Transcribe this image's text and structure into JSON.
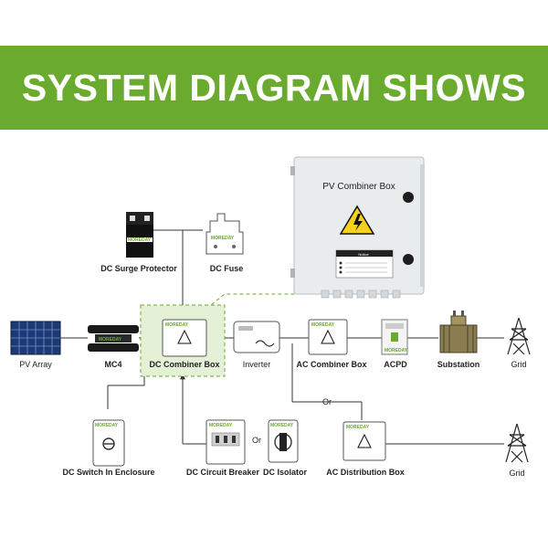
{
  "banner": {
    "title": "SYSTEM DIAGRAM SHOWS"
  },
  "brand": "MOREDAY",
  "hero": {
    "title": "PV Combiner Box",
    "notice_label": "Notice"
  },
  "labels": {
    "pv_array": "PV Array",
    "mc4": "MC4",
    "dc_combiner_box": "DC Combiner Box",
    "inverter": "Inverter",
    "ac_combiner_box": "AC Combiner Box",
    "acpd": "ACPD",
    "substation": "Substation",
    "grid_top": "Grid",
    "dc_surge_protector": "DC Surge Protector",
    "dc_fuse": "DC Fuse",
    "dc_switch": "DC Switch In Enclosure",
    "dc_circuit_breaker": "DC Circuit Breaker",
    "or_1": "Or",
    "dc_isolator": "DC Isolator",
    "or_2": "Or",
    "ac_distribution_box": "AC Distribution Box",
    "grid_bottom": "Grid"
  },
  "colors": {
    "banner": "#6aaa2f",
    "highlight": "#6aaa2f",
    "highlight_fill": "#e4f1d6",
    "line": "#333333"
  }
}
